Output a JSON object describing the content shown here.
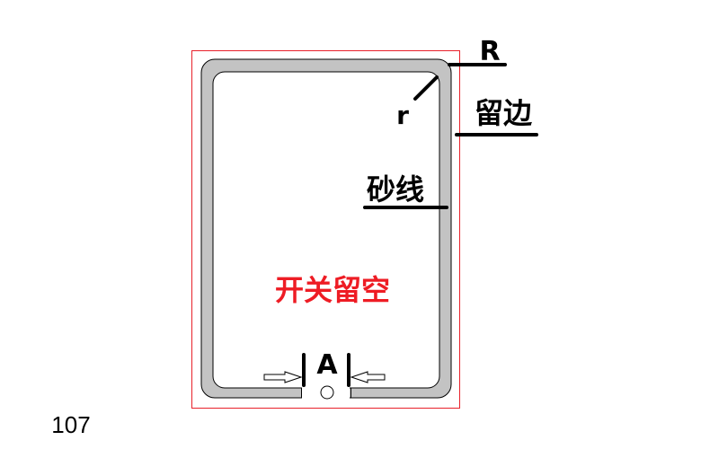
{
  "labels": {
    "outer_radius": "R",
    "inner_radius": "r",
    "margin": "留边",
    "sand_line": "砂线",
    "switch_gap": "开关留空",
    "gap_width": "A",
    "page_number": "107"
  },
  "colors": {
    "frame": "#e8202a",
    "band": "#c3c3c3",
    "switch_text": "#ee1c24"
  }
}
